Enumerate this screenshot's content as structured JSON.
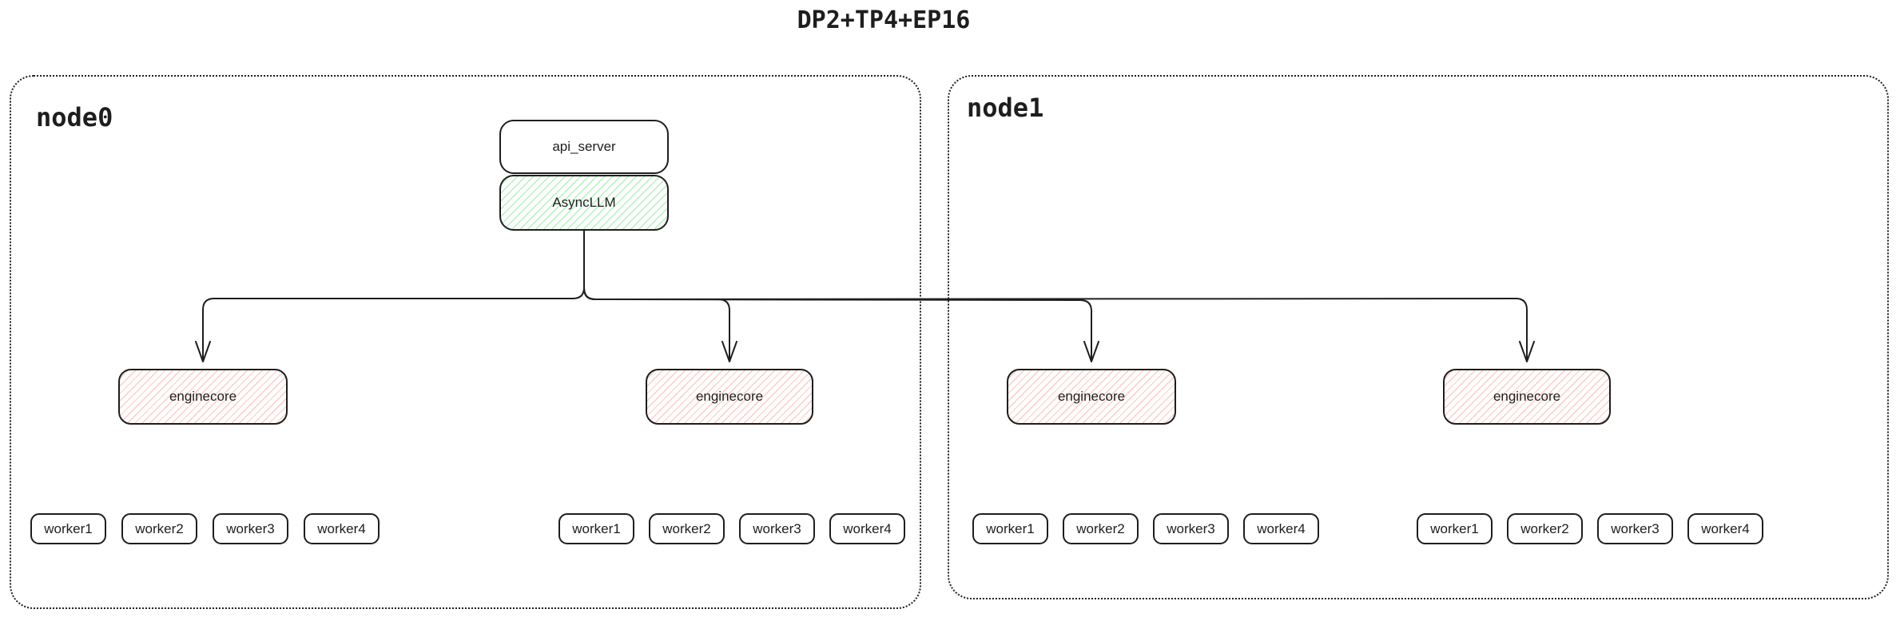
{
  "title": "DP2+TP4+EP16",
  "diagram": {
    "nodes": [
      {
        "label": "node0"
      },
      {
        "label": "node1"
      }
    ],
    "api_server": "api_server",
    "asyncllm": "AsyncLLM",
    "enginecore": "enginecore",
    "workers": [
      "worker1",
      "worker2",
      "worker3",
      "worker4"
    ],
    "colors": {
      "stroke": "#1e1e1e",
      "asyncllm_hatch": "#b2f2bb",
      "enginecore_hatch": "#ffc9c9",
      "background": "#ffffff"
    }
  }
}
